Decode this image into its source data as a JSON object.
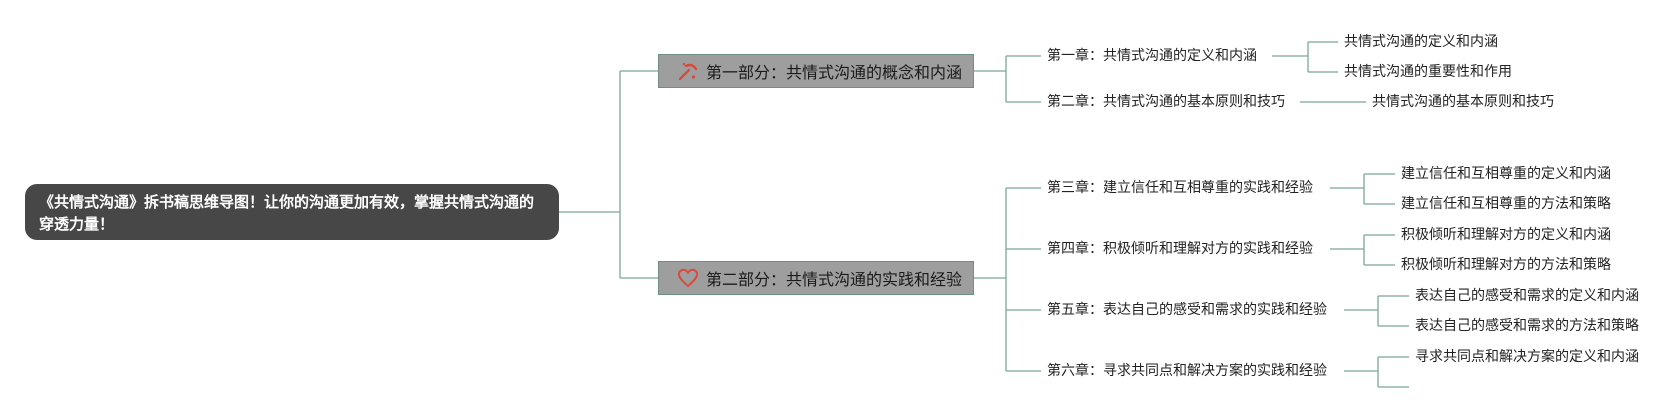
{
  "root": {
    "title": "《共情式沟通》拆书稿思维导图！让你的沟通更加有效，掌握共情式沟通的穿透力量！"
  },
  "parts": [
    {
      "label": "第一部分：共情式沟通的概念和内涵",
      "icon": "pickaxe-icon",
      "chapters": [
        {
          "label": "第一章：共情式沟通的定义和内涵",
          "topics": [
            "共情式沟通的定义和内涵",
            "共情式沟通的重要性和作用"
          ]
        },
        {
          "label": "第二章：共情式沟通的基本原则和技巧",
          "topics": [
            "共情式沟通的基本原则和技巧"
          ]
        }
      ]
    },
    {
      "label": "第二部分：共情式沟通的实践和经验",
      "icon": "heart-icon",
      "chapters": [
        {
          "label": "第三章：建立信任和互相尊重的实践和经验",
          "topics": [
            "建立信任和互相尊重的定义和内涵",
            "建立信任和互相尊重的方法和策略"
          ]
        },
        {
          "label": "第四章：积极倾听和理解对方的实践和经验",
          "topics": [
            "积极倾听和理解对方的定义和内涵",
            "积极倾听和理解对方的方法和策略"
          ]
        },
        {
          "label": "第五章：表达自己的感受和需求的实践和经验",
          "topics": [
            "表达自己的感受和需求的定义和内涵",
            "表达自己的感受和需求的方法和策略"
          ]
        },
        {
          "label": "第六章：寻求共同点和解决方案的实践和经验",
          "topics": [
            "寻求共同点和解决方案的定义和内涵",
            ""
          ]
        }
      ]
    }
  ],
  "colors": {
    "connector": "#7aa898",
    "icon_red": "#d84a3e",
    "root_bg": "#474747",
    "part_bg": "#9e9e9e"
  }
}
